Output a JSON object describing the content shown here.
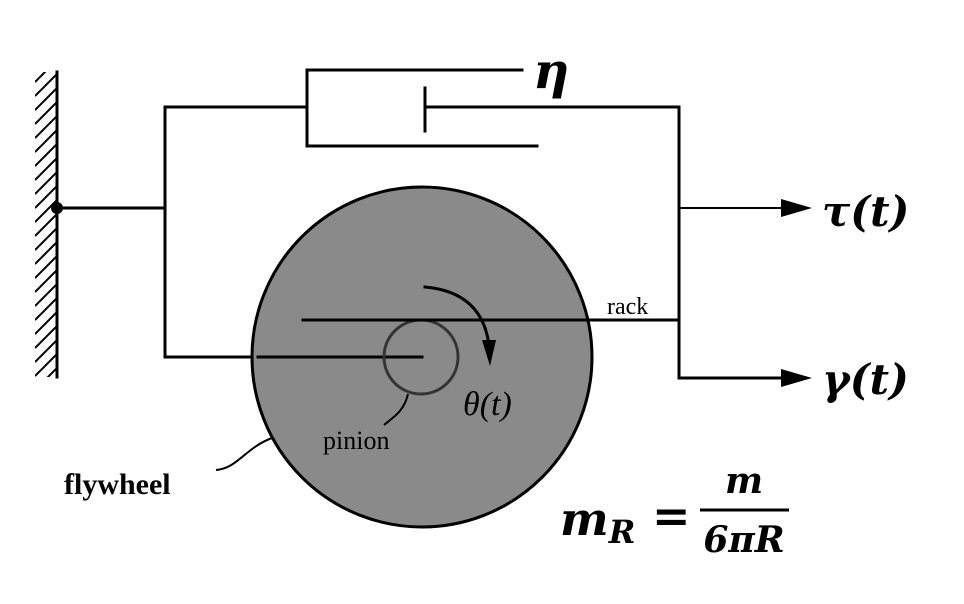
{
  "labels": {
    "eta": "η",
    "tau_symbol": "τ",
    "tau_arg": "(t)",
    "gamma_symbol": "γ",
    "gamma_arg": "(t)",
    "rack": "rack",
    "theta": "θ(t)",
    "pinion": "pinion",
    "flywheel": "flywheel",
    "mass_symbol": "m",
    "mass_subscript": "R",
    "equals": "=",
    "numerator": "m",
    "denominator": "6πR"
  },
  "colors": {
    "flywheel_fill": "#8a8a8a",
    "line": "#000000",
    "background": "#ffffff"
  }
}
